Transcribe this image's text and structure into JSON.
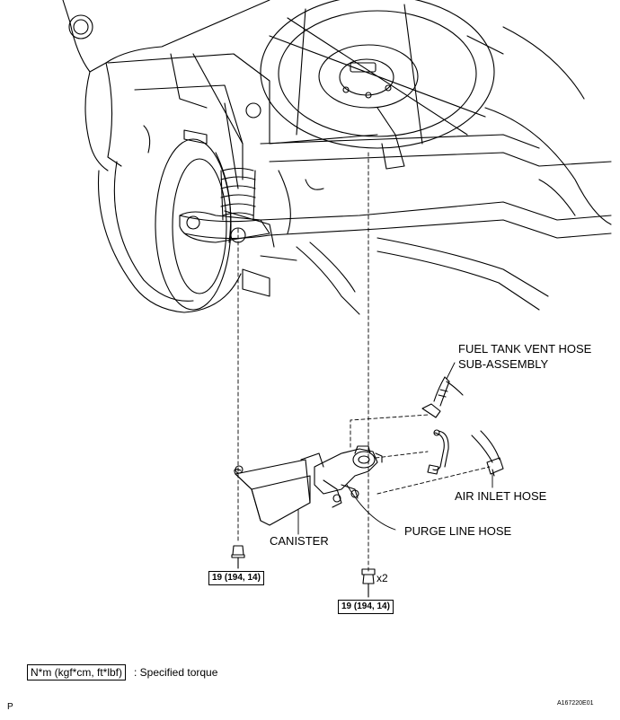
{
  "labels": {
    "fuel_tank_vent_hose_line1": "FUEL TANK VENT HOSE",
    "fuel_tank_vent_hose_line2": "SUB-ASSEMBLY",
    "air_inlet_hose": "AIR INLET HOSE",
    "purge_line_hose": "PURGE LINE HOSE",
    "canister": "CANISTER"
  },
  "torque_specs": {
    "left_bolt": "19 (194, 14)",
    "right_bolt": "19 (194, 14)",
    "right_bolt_qty": "x2"
  },
  "legend": {
    "unit_box": "N*m (kgf*cm, ft*lbf)",
    "description": ": Specified torque"
  },
  "footer": {
    "page_letter": "P",
    "figure_id": "A167220E01"
  }
}
